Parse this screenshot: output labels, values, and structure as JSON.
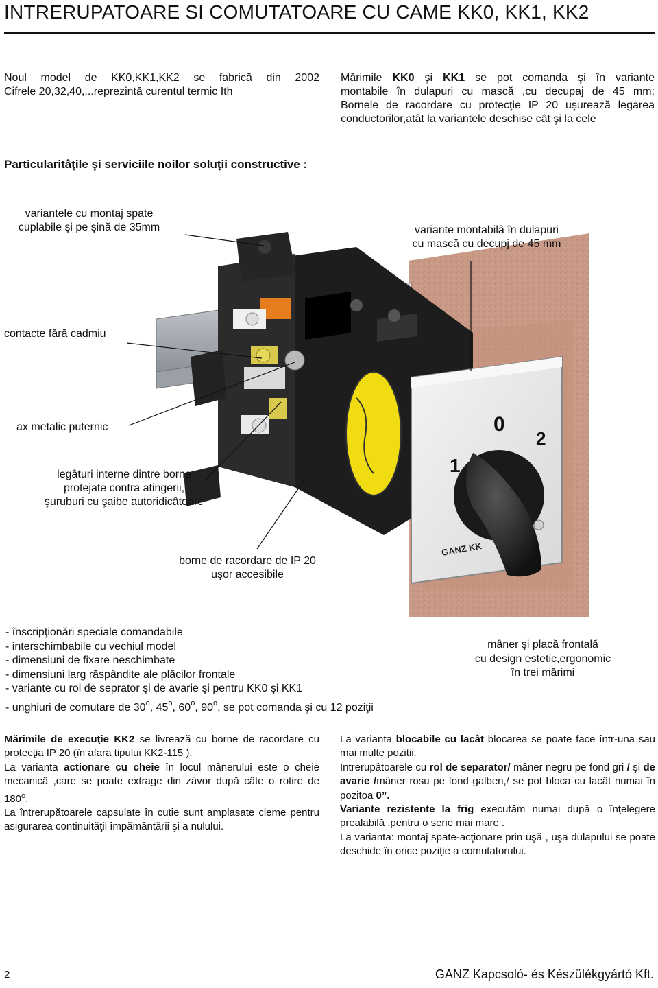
{
  "title": "INTRERUPATOARE SI COMUTATOARE CU CAME KK0, KK1, KK2",
  "intro_left": {
    "line1": "Noul model de KK0,KK1,KK2 se fabrică din 2002",
    "line2": "Cifrele 20,32,40,...reprezintă curentul termic Ith"
  },
  "intro_right": {
    "w1": "Mărimile",
    "kk0": "KK0",
    "w2": "şi",
    "kk1": "KK1",
    "rest1": "se pot comanda şi în variante",
    "line2": "montabile în dulapuri cu mască ,cu decupaj de 45 mm;",
    "line3": "Bornele de racordare cu protecţie IP 20 uşurează legarea",
    "line4": "conductorilor,atât la variantele deschise cât şi la cele"
  },
  "features_heading": "Particularitâţile şi serviciile noilor soluţii constructive :",
  "figure": {
    "label_rear_mount_1": "variantele cu montaj spate",
    "label_rear_mount_2": "cuplabile şi pe şină de 35mm",
    "label_cabinet_1": "variante montabilâ în dulapuri",
    "label_cabinet_2": "cu mască cu decupj de 45 mm",
    "label_contacts": "contacte fără cadmiu",
    "label_shaft": "ax metalic puternic",
    "label_links_1": "legâturi interne dintre borne",
    "label_links_2": "protejate contra atingerii,",
    "label_links_3": "şuruburi cu şaibe autoridicâtoare",
    "label_terminals_1": "borne de racordare de IP 20",
    "label_terminals_2": "uşor accesibile",
    "pos_0": "0",
    "pos_1": "1",
    "pos_2": "2",
    "plate_brand": "GANZ KK"
  },
  "bullets": {
    "b1": "- înscripţionări speciale comandabile",
    "b2": "- interschimbabile cu vechiul model",
    "b3": "- dimensiuni de fixare neschimbate",
    "b4": "- dimensiuni larg răspândite ale plăcilor frontale",
    "b5": "- variante cu rol de seprator şi de avarie şi pentru KK0 şi KK1",
    "b6_a": "- unghiuri de comutare de 30",
    "b6_b": ", 45",
    "b6_c": ", 60",
    "b6_d": ", 90",
    "b6_e": ", se pot comanda şi cu 12 poziţii",
    "degree": "o"
  },
  "handle_note": {
    "l1": "mâner şi placă frontală",
    "l2": "cu design estetic,ergonomic",
    "l3": "în trei mărimi"
  },
  "col_left": {
    "p1_bold": "Mărimile de execuţie KK2",
    "p1_rest": " se livrează cu borne de racordare cu protecţia IP 20 (în afara tipului KK2-115 ).",
    "p2_a": "La varianta ",
    "p2_bold": "actionare cu cheie",
    "p2_b": " în locul mânerului este o cheie mecanicâ ,care se poate extrage din zâvor după câte o rotire de 180",
    "p2_deg": "o",
    "p2_end": ".",
    "p3": "La întrerupătoarele capsulate în cutie sunt amplasate cleme pentru asigurarea continuităţii împământării şi a nulului."
  },
  "col_right": {
    "p1_a": "La varianta ",
    "p1_bold": "blocabile cu lacât",
    "p1_b": " blocarea se poate face într-una sau mai multe pozitii.",
    "p2_a": "Intrerupâtoarele cu ",
    "p2_bold1": "rol de separator/",
    "p2_b": " mâner negru pe fond gri ",
    "p2_bold2": "/",
    "p2_c": " şi ",
    "p2_bold3": "de avarie /",
    "p2_d": "mâner rosu pe fond galben,/ se pot bloca cu lacât numai în pozitoa ",
    "p2_bold4": "0”.",
    "p3_bold": "Variante rezistente la frig",
    "p3_rest": " executăm numai după o înţelegere prealabilă ,pentru o serie mai mare .",
    "p4": "La varianta: montaj spate-acţionare prin uşă , uşa dulapului se poate deschide în orice poziţie a comutatorului."
  },
  "page_number": "2",
  "footer": "GANZ Kapcsoló- és Készülékgyártó Kft."
}
